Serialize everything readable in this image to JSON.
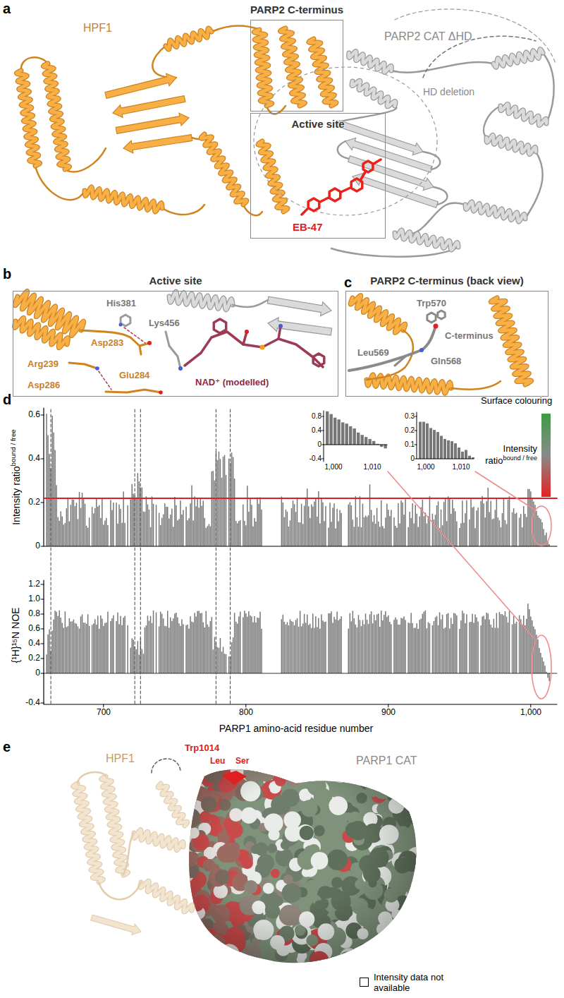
{
  "diagram": {
    "nodes": [
      {
        "text": [
          "PARP2 C-terminus"
        ]
      },
      {
        "text": [
          "Active site"
        ]
      },
      {
        "text": [
          "Active site",
          "His381",
          "Lys456",
          "Asp283",
          "Arg239",
          "Glu284",
          "Asp286",
          "NAD⁺ (modelled)"
        ]
      },
      {
        "text": [
          "PARP2 C-terminus (back view)",
          "Trp570",
          "C-terminus",
          "Leu569",
          "Gln568"
        ]
      }
    ],
    "labels": [
      "a",
      "HPF1",
      "PARP2 CAT ΔHD",
      "HD deletion",
      "EB-47",
      "b",
      "c",
      "d",
      "Intensity ratio",
      "bound / free",
      "0.6",
      "0.4",
      "0.2",
      "0",
      "1.2",
      "1.0",
      "0.8",
      "0.6",
      "0.4",
      "0.2",
      "0",
      "-0.4",
      "700",
      "800",
      "900",
      "1,000",
      "PARP1 amino-acid residue number",
      "{¹H}¹⁵N NOE",
      "0.8",
      "0.4",
      "0",
      "-0.4",
      "1,000",
      "1,010",
      "0.3",
      "0.2",
      "0.1",
      "0",
      "1,000",
      "1,010",
      "Surface colouring",
      "Intensity ratio",
      "bound / free",
      "e",
      "HPF1",
      "PARP1 CAT",
      "Trp1014",
      "Leu",
      "Ser"
    ],
    "legend": [
      {
        "text": "Intensity data not available",
        "color": "#ffffff"
      }
    ]
  }
}
